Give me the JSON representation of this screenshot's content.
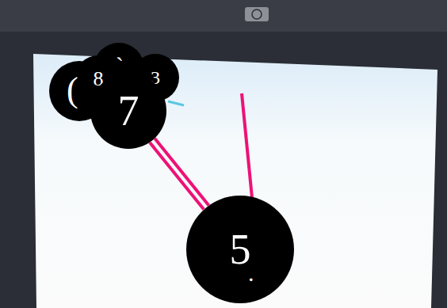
{
  "diagram": {
    "nodes": [
      {
        "text": [
          "8"
        ]
      },
      {
        "text": [
          "3"
        ]
      },
      {
        "text": [
          "7"
        ]
      },
      {
        "text": [
          "5"
        ]
      }
    ],
    "edges": [
      {
        "from": 2,
        "to": 3,
        "arrow": "none"
      }
    ],
    "labels": [
      "(",
      "`",
      "."
    ]
  }
}
